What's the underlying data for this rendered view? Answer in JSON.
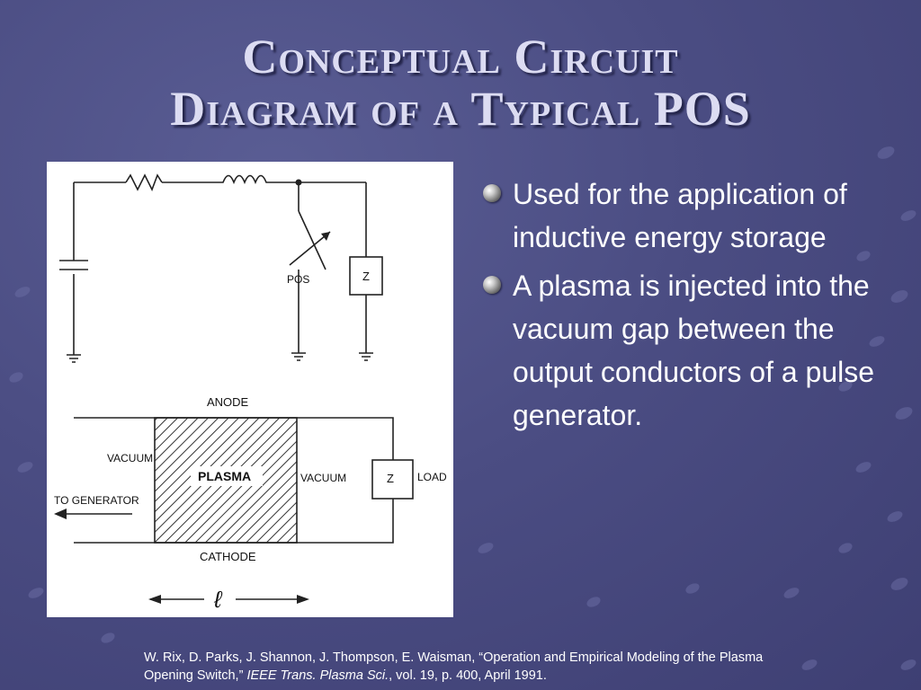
{
  "slide": {
    "title_line1": "Conceptual Circuit",
    "title_line2": "Diagram of a Typical POS"
  },
  "figure": {
    "labels": {
      "pos": "POS",
      "z_top": "Z",
      "anode": "ANODE",
      "vacuum_left": "VACUUM",
      "plasma": "PLASMA",
      "vacuum_right": "VACUUM",
      "z_bottom": "Z",
      "load": "LOAD",
      "to_generator": "TO GENERATOR",
      "cathode": "CATHODE",
      "length": "ℓ"
    }
  },
  "bullets": [
    "Used for the application of inductive energy storage",
    "A plasma is injected into the vacuum gap between the output conductors of a pulse generator."
  ],
  "citation": {
    "part1": "W. Rix, D. Parks, J. Shannon, J. Thompson, E. Waisman, “Operation and Empirical Modeling of the Plasma Opening Switch,” ",
    "journal": "IEEE Trans. Plasma Sci.",
    "part2": ", vol. 19, p. 400, April 1991."
  }
}
